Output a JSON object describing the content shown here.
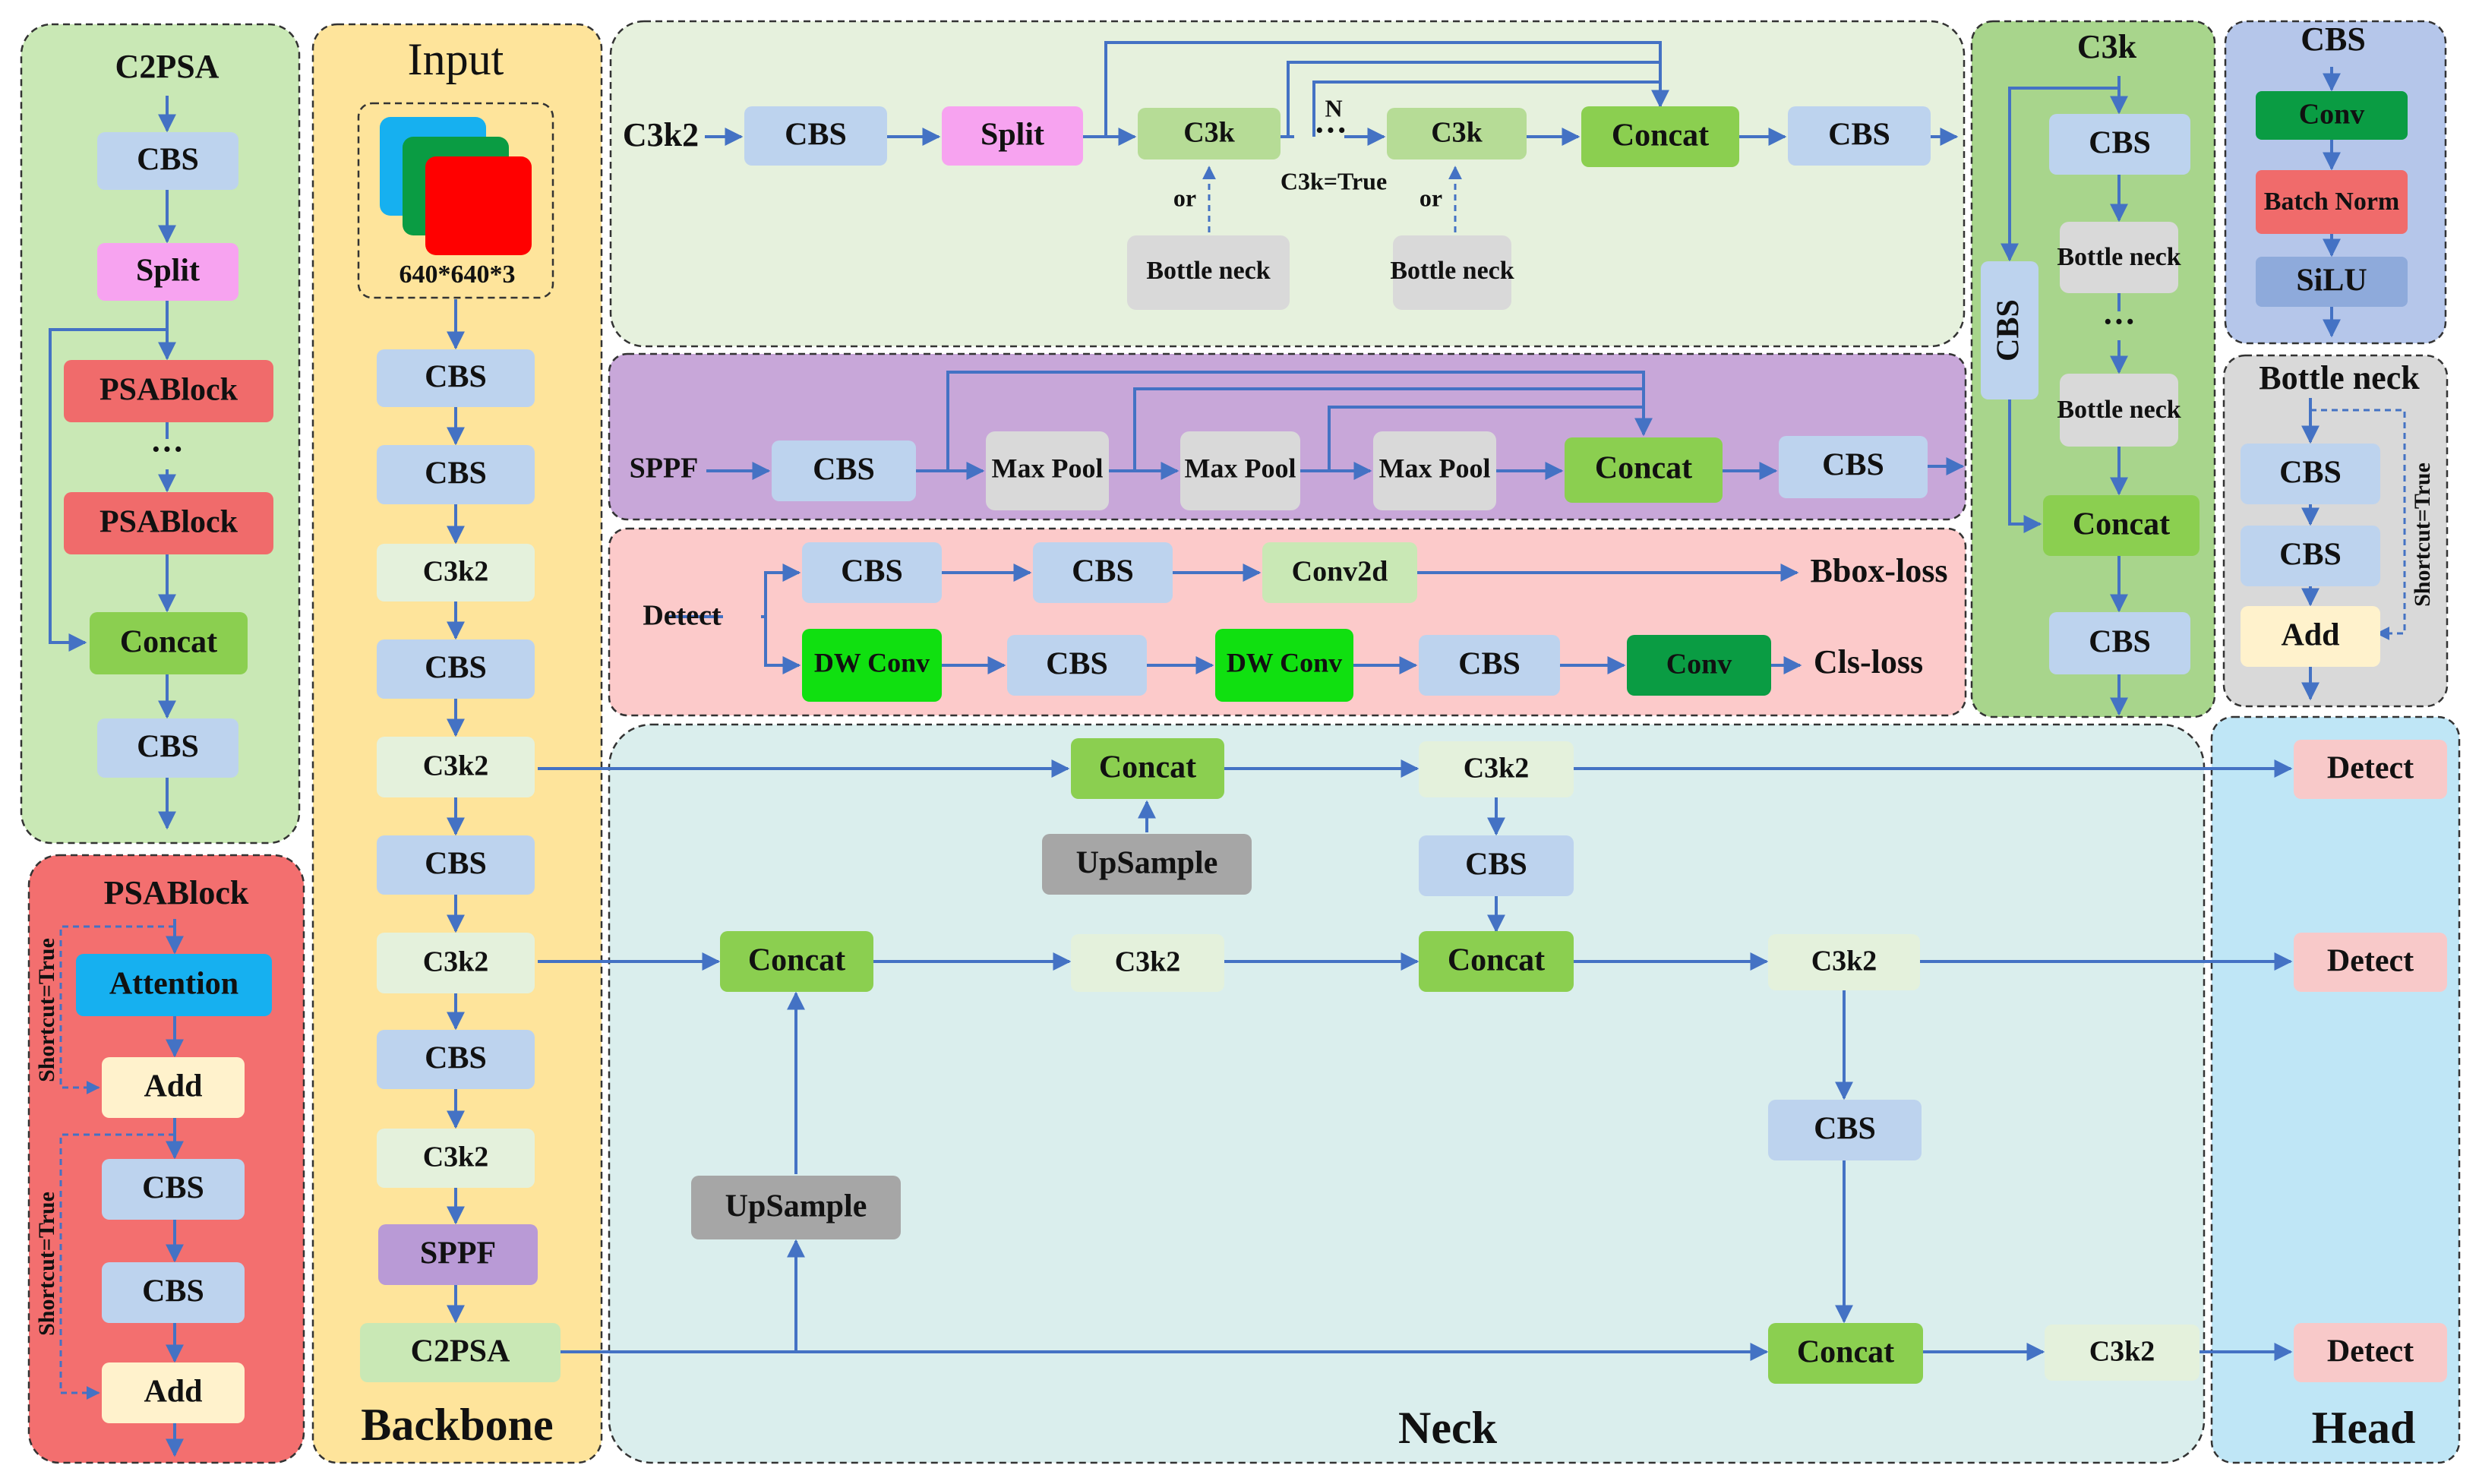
{
  "colors": {
    "arrow": "#4472c4",
    "cbs": "#bdd3ee",
    "split": "#f7a3f0",
    "psablock": "#f06b6b",
    "concat": "#8bcf50",
    "c3k2": "#e4f1dc",
    "sppf": "#b99ad6",
    "c2psa": "#c9e8b5",
    "upsample": "#a6a6a6",
    "attention": "#16b0f0",
    "add": "#fff2cc",
    "detect": "#f8c9c9",
    "conv": "#0a9c43",
    "batchnorm": "#f06b6b",
    "silu": "#8eaadb",
    "dwconv": "#10e010",
    "conv2d": "#c9e8b5",
    "maxpool": "#d9d9d9",
    "bottleneck": "#d9d9d9",
    "c3k": "#b6dc96"
  },
  "c2psa_panel": {
    "title": "C2PSA",
    "cbs1": "CBS",
    "split": "Split",
    "psa1": "PSABlock",
    "dots": "···",
    "psa2": "PSABlock",
    "concat": "Concat",
    "cbs2": "CBS"
  },
  "psablock_panel": {
    "title": "PSABlock",
    "attention": "Attention",
    "add1": "Add",
    "cbs1": "CBS",
    "cbs2": "CBS",
    "add2": "Add",
    "shortcut1": "Shortcut=True",
    "shortcut2": "Shortcut=True"
  },
  "backbone": {
    "input_title": "Input",
    "input_size": "640*640*3",
    "nodes": [
      "CBS",
      "CBS",
      "C3k2",
      "CBS",
      "C3k2",
      "CBS",
      "C3k2",
      "CBS",
      "C3k2",
      "SPPF",
      "C2PSA"
    ],
    "title": "Backbone"
  },
  "c3k2_panel": {
    "title": "C3k2",
    "cbs1": "CBS",
    "split": "Split",
    "c3k_a": "C3k",
    "dots": "···",
    "n": "N",
    "c3k_b": "C3k",
    "concat": "Concat",
    "cbs2": "CBS",
    "or1": "or",
    "or2": "or",
    "c3k_true": "C3k=True",
    "bottleneck1": "Bottle neck",
    "bottleneck2": "Bottle neck"
  },
  "sppf_panel": {
    "title": "SPPF",
    "cbs1": "CBS",
    "maxpool1": "Max Pool",
    "maxpool2": "Max Pool",
    "maxpool3": "Max Pool",
    "concat": "Concat",
    "cbs2": "CBS"
  },
  "detect_panel": {
    "title": "Detect",
    "cbs_a": "CBS",
    "cbs_b": "CBS",
    "conv2d": "Conv2d",
    "bbox_loss": "Bbox-loss",
    "dwconv_a": "DW Conv",
    "cbs_c": "CBS",
    "dwconv_b": "DW Conv",
    "cbs_d": "CBS",
    "conv": "Conv",
    "cls_loss": "Cls-loss"
  },
  "c3k_panel": {
    "title": "C3k",
    "cbs1": "CBS",
    "bottleneck1": "Bottle neck",
    "dots": "···",
    "bottleneck2": "Bottle neck",
    "side_cbs": "CBS",
    "concat": "Concat",
    "cbs2": "CBS"
  },
  "cbs_panel": {
    "title": "CBS",
    "conv": "Conv",
    "batchnorm": "Batch Norm",
    "silu": "SiLU"
  },
  "bottleneck_panel": {
    "title": "Bottle neck",
    "cbs1": "CBS",
    "cbs2": "CBS",
    "add": "Add",
    "shortcut": "Shortcut=True"
  },
  "neck": {
    "title": "Neck",
    "concat_top": "Concat",
    "c3k2_top_right": "C3k2",
    "upsample_top": "UpSample",
    "cbs_mid": "CBS",
    "concat_mid_left": "Concat",
    "c3k2_mid": "C3k2",
    "concat_mid_right": "Concat",
    "c3k2_mid_right": "C3k2",
    "cbs_lower": "CBS",
    "upsample_low": "UpSample",
    "concat_bottom": "Concat",
    "c3k2_bottom": "C3k2"
  },
  "head": {
    "title": "Head",
    "detect1": "Detect",
    "detect2": "Detect",
    "detect3": "Detect"
  }
}
